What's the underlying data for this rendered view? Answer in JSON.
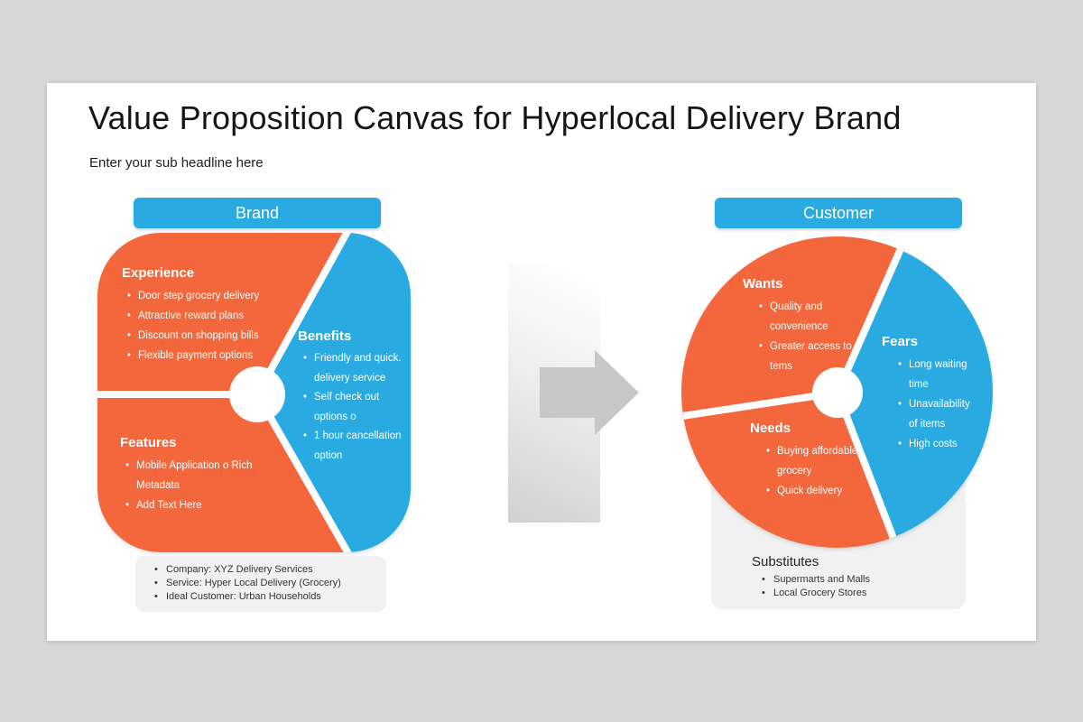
{
  "colors": {
    "bg": "#D8D8D8",
    "orange": "#F4673C",
    "blue": "#29ABE2",
    "box_gray": "#F1F1F1",
    "arrow_gray": "#C7C7C7"
  },
  "slide": {
    "title": "Value Proposition Canvas for Hyperlocal Delivery Brand",
    "subtitle": "Enter your sub headline here"
  },
  "brand": {
    "header": "Brand",
    "experience": {
      "title": "Experience",
      "items": [
        "Door step grocery delivery",
        "Attractive reward plans",
        "Discount on shopping bills",
        "Flexible payment options"
      ]
    },
    "features": {
      "title": "Features",
      "items": [
        "Mobile Application o Rich Metadata",
        "Add Text Here"
      ]
    },
    "benefits": {
      "title": "Benefits",
      "items": [
        "Friendly and quick. delivery service",
        "Self check out options o",
        "1 hour cancellation option"
      ]
    },
    "footer": {
      "items": [
        "Company: XYZ Delivery Services",
        "Service: Hyper Local Delivery (Grocery)",
        "Ideal Customer: Urban Households"
      ]
    }
  },
  "customer": {
    "header": "Customer",
    "wants": {
      "title": "Wants",
      "items": [
        "Quality and convenience",
        "Greater access to tems"
      ]
    },
    "fears": {
      "title": "Fears",
      "items": [
        "Long waiting time",
        "Unavailability of items",
        "High costs"
      ]
    },
    "needs": {
      "title": "Needs",
      "items": [
        "Buying affordable grocery",
        "Quick delivery"
      ]
    },
    "substitutes": {
      "title": "Substitutes",
      "items": [
        "Supermarts and Malls",
        "Local Grocery Stores"
      ]
    }
  }
}
